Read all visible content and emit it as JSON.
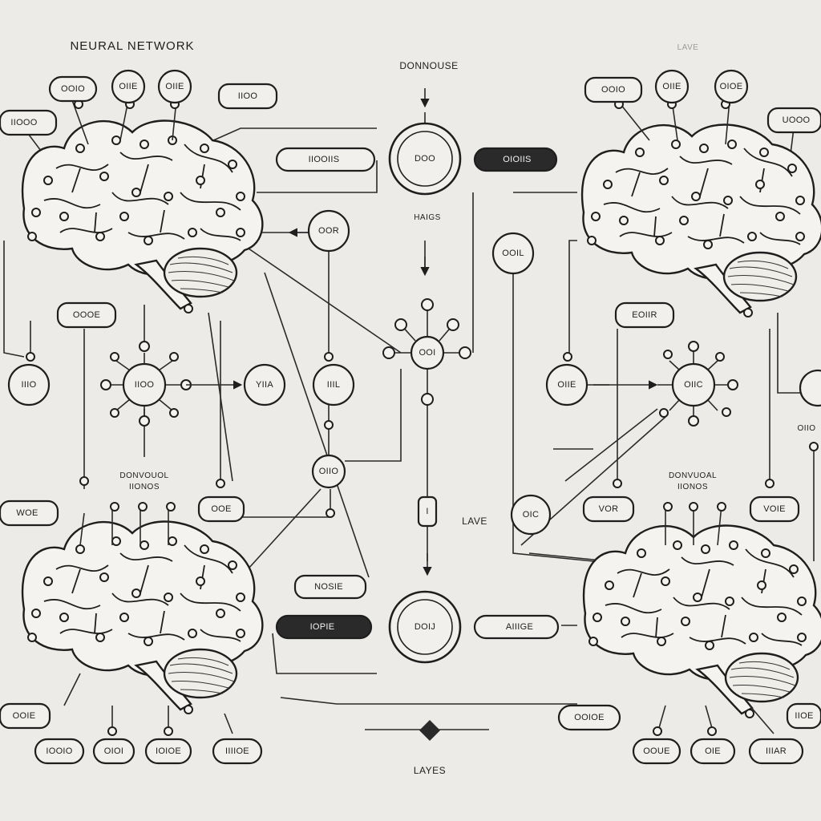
{
  "title": "NEURAL NETWORK",
  "header_right": "LAVE",
  "top_label": "DONNOUSE",
  "mid_label": "HAIGS",
  "bottom_label": "LAYES",
  "lave_label": "LAVE",
  "left_caption": {
    "line1": "DONVOUOL",
    "line2": "IIONOS"
  },
  "right_caption": {
    "line1": "DONVUOAL",
    "line2": "IIONOS"
  },
  "edge_note": "OIIO",
  "pills": {
    "tl_0": "OOIO",
    "tl_2": "OIIE",
    "tl_3": "IIOO",
    "tl_side": "IIOOO",
    "tr_0": "OOIO",
    "tr_1": "OIIE",
    "tr_2": "OIOE",
    "tr_side": "UOOO",
    "arrow_left": "IIOOIIS",
    "arrow_right": "OIOIIS",
    "mid_left": "OOOE",
    "mid_right": "EOIIR",
    "bl_side": "WOE",
    "bl_top": "OOE",
    "br_left": "VOR",
    "br_right": "VOIE",
    "arrow_bottom_top": "NOSIE",
    "arrow_bottom_left": "IOPIE",
    "arrow_bottom_right": "AIIIGE",
    "bl_b1": "IOOIO",
    "bl_b2": "OIOI",
    "bl_b3": "IOIOE",
    "bl_b4": "IIIIOE",
    "bl_far": "OOIE",
    "br_b1": "OOUE",
    "br_b2": "OIE",
    "br_b3": "IIIAR",
    "br_far_left": "OOIOE",
    "br_far_right": "IIOE",
    "center_small": "I"
  },
  "nodes": {
    "top_center": "DOO",
    "bottom_center": "DOIJ",
    "hub_center": "OOI",
    "left_hub": "IIOO",
    "right_hub": "OIIC",
    "n_oor": "OOR",
    "n_ool": "OOIL",
    "n_yia": "YIIA",
    "n_iil": "IIIL",
    "n_oiio": "OIIO",
    "n_iiio": "IIIO",
    "n_oiie": "OIIE",
    "n_oic": "OIC"
  }
}
